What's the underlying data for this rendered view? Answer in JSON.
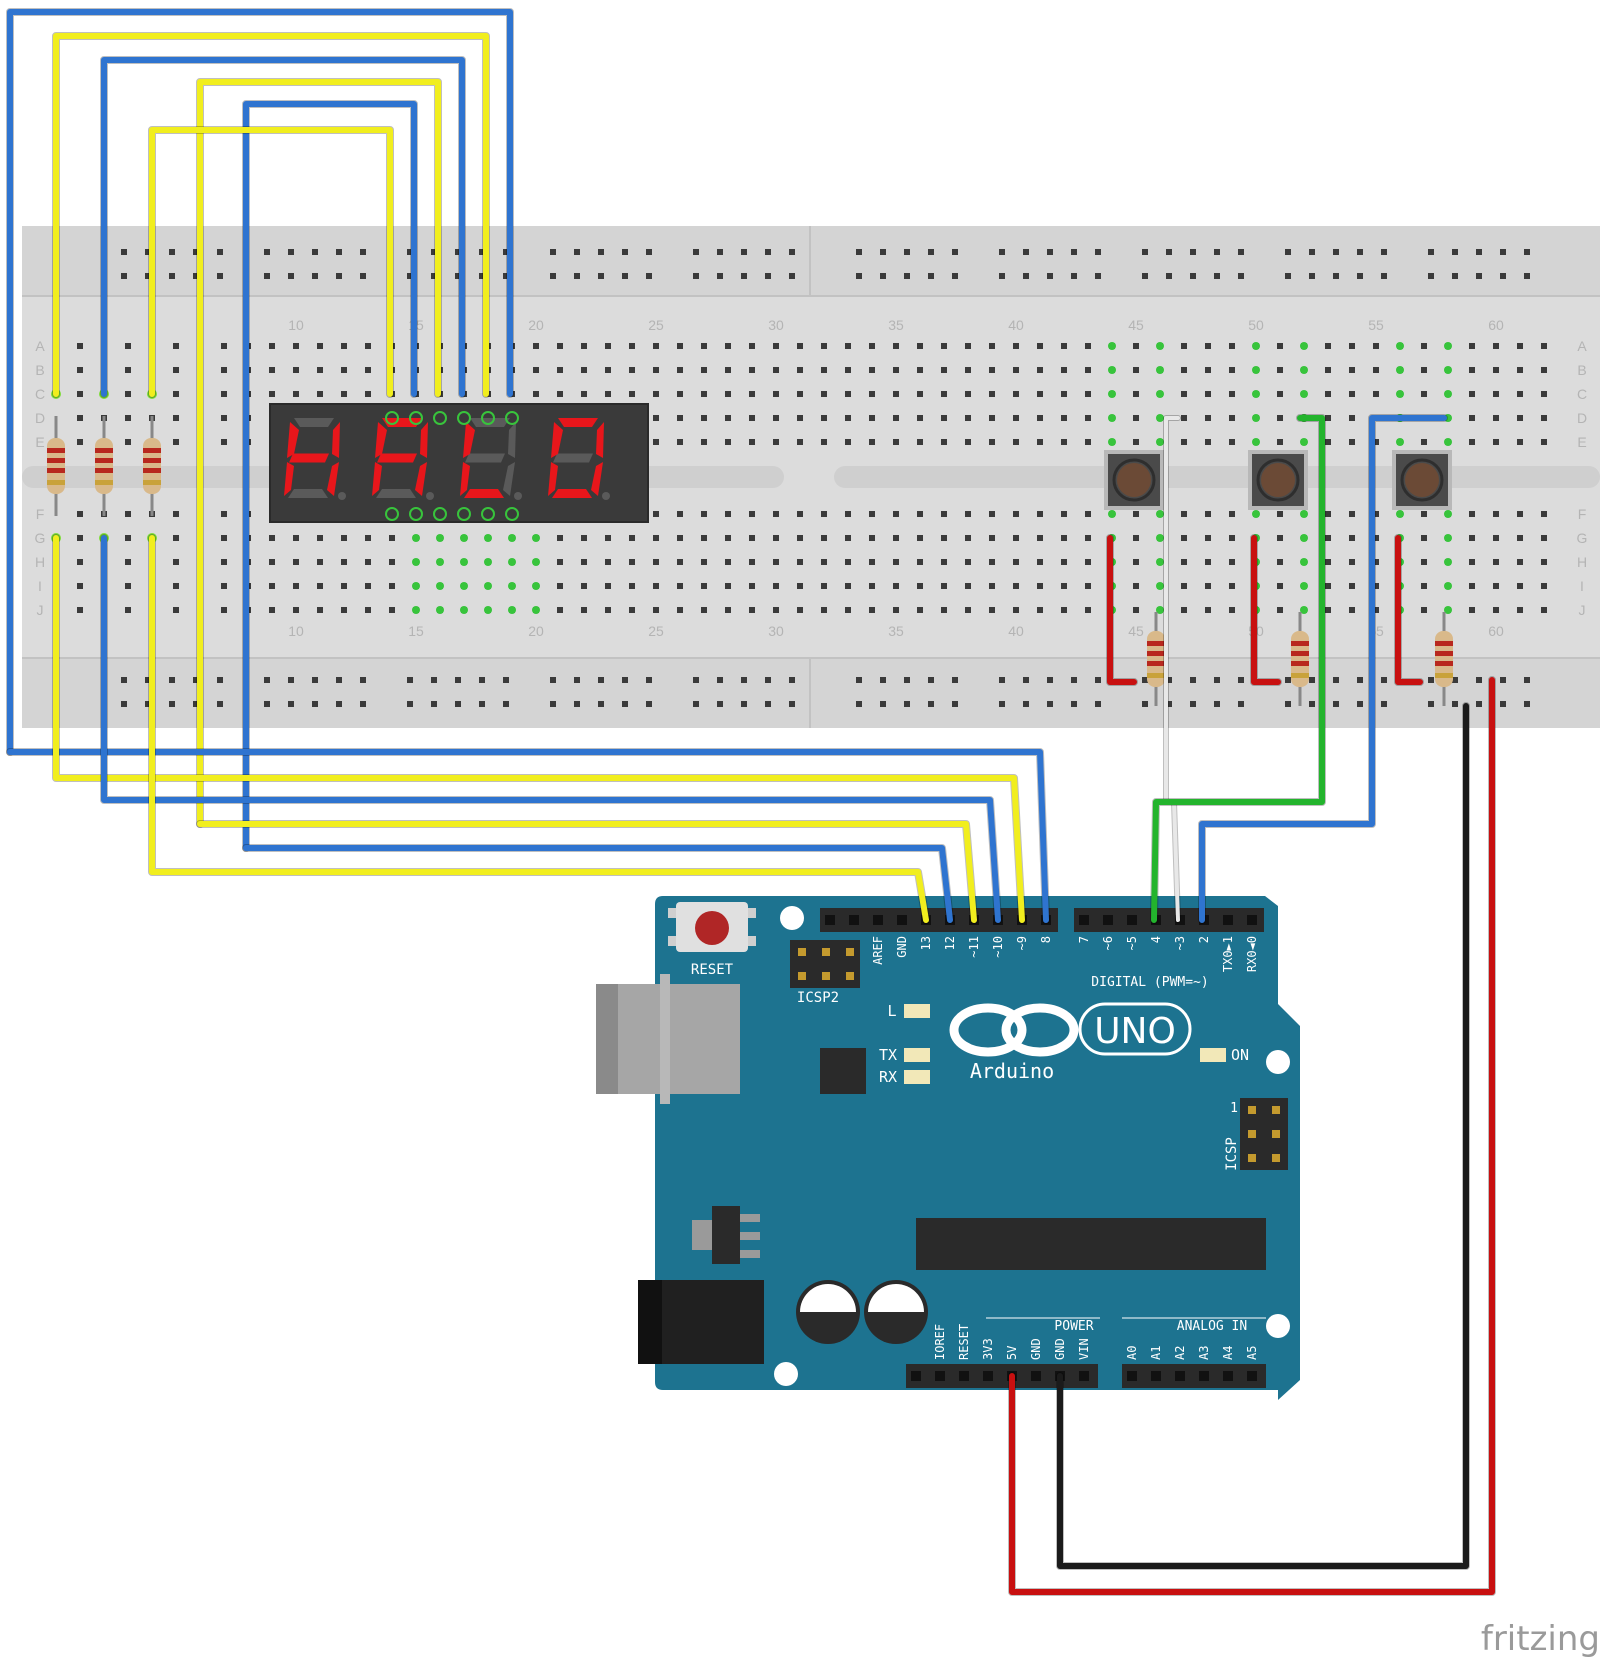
{
  "breadboard": {
    "column_numbers": [
      "10",
      "15",
      "20",
      "25",
      "30",
      "35",
      "40",
      "45",
      "50",
      "55",
      "60"
    ],
    "row_letters": [
      "A",
      "B",
      "C",
      "D",
      "E",
      "F",
      "G",
      "H",
      "I",
      "J"
    ]
  },
  "display": {
    "digits": [
      "H",
      "A",
      "L",
      "O"
    ],
    "segment_color": "#e8161b"
  },
  "arduino": {
    "board_name": "UNO",
    "brand": "Arduino",
    "reset_label": "RESET",
    "icsp2_label": "ICSP2",
    "icsp_label": "ICSP",
    "icsp_pin1": "1",
    "digital_label": "DIGITAL (PWM=~)",
    "led_l": "L",
    "led_tx": "TX",
    "led_rx": "RX",
    "led_on": "ON",
    "power_label": "POWER",
    "analog_label": "ANALOG IN",
    "digital_pins_left": [
      "AREF",
      "GND",
      "13",
      "12",
      "~11",
      "~10",
      "~9",
      "8"
    ],
    "digital_pins_right": [
      "7",
      "~6",
      "~5",
      "4",
      "~3",
      "2",
      "TX0►1",
      "RX0◄0"
    ],
    "power_pins": [
      "IOREF",
      "RESET",
      "3V3",
      "5V",
      "GND",
      "GND",
      "VIN"
    ],
    "analog_pins": [
      "A0",
      "A1",
      "A2",
      "A3",
      "A4",
      "A5"
    ]
  },
  "watermark": "fritzing",
  "colors": {
    "wire_blue": "#2f74d0",
    "wire_yellow": "#f1ee1e",
    "wire_red": "#c81010",
    "wire_green": "#23b42d",
    "wire_black": "#1b1b1b",
    "wire_white": "#e8e8e8",
    "board": "#1d7390",
    "breadboard": "#dcdcdc"
  }
}
